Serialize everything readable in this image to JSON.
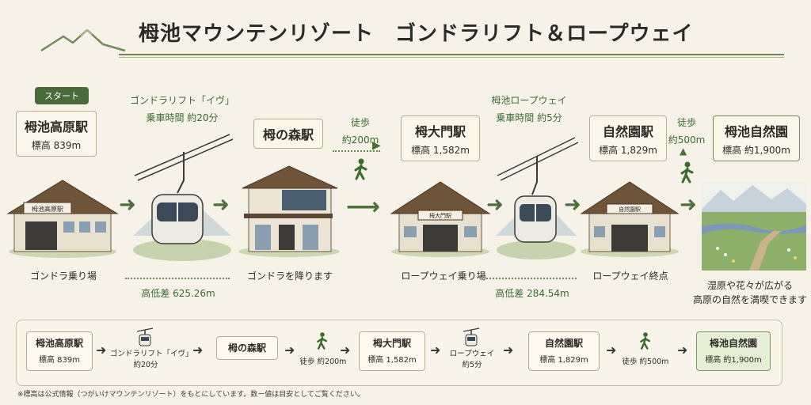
{
  "header": {
    "title": "栂池マウンテンリゾート　ゴンドラリフト＆ロープウェイ"
  },
  "start_badge": "スタート",
  "stations": [
    {
      "name": "栂池高原駅",
      "elevation": "標高 839m",
      "caption": "ゴンドラ乗り場",
      "sign": "栂池高原駅"
    },
    {
      "name": "栂の森駅",
      "caption": "ゴンドラを降ります"
    },
    {
      "name": "栂大門駅",
      "elevation": "標高 1,582m",
      "caption": "ロープウェイ乗り場",
      "sign": "栂大門駅"
    },
    {
      "name": "自然園駅",
      "elevation": "標高 1,829m",
      "caption": "ロープウェイ終点",
      "sign": "自然園駅"
    },
    {
      "name": "栂池自然園",
      "elevation": "標高 約1,900m",
      "caption_line1": "湿原や花々が広がる",
      "caption_line2": "高原の自然を満喫できます"
    }
  ],
  "gondola": {
    "name": "ゴンドラリフト「イヴ」",
    "time": "乗車時間 約20分",
    "elevation_diff": "高低差 625.26m"
  },
  "ropeway": {
    "name": "栂池ロープウェイ",
    "time": "乗車時間 約5分",
    "elevation_diff": "高低差 284.54m"
  },
  "walks": [
    {
      "label": "徒歩",
      "distance": "約200m"
    },
    {
      "label": "徒歩",
      "distance": "約500m"
    }
  ],
  "summary": {
    "items": [
      {
        "name": "栂池高原駅",
        "elev": "標高 839m"
      },
      {
        "name": "ゴンドラリフト「イヴ」",
        "time": "約20分"
      },
      {
        "name": "栂の森駅"
      },
      {
        "walk": "徒歩 約200m"
      },
      {
        "name": "栂大門駅",
        "elev": "標高 1,582m"
      },
      {
        "name": "ロープウェイ",
        "time": "約5分"
      },
      {
        "name": "自然園駅",
        "elev": "標高 1,829m"
      },
      {
        "walk": "徒歩 約500m"
      },
      {
        "name": "栂池自然園",
        "elev": "標高 約1,900m"
      }
    ]
  },
  "footnote": "※標高は公式情報（つがいけマウンテンリゾート）をもとにしています。数ー値は目安としてご覧ください。",
  "colors": {
    "accent": "#4e6e3c",
    "background": "#f6f2e8",
    "card_border": "#b8ab90"
  }
}
